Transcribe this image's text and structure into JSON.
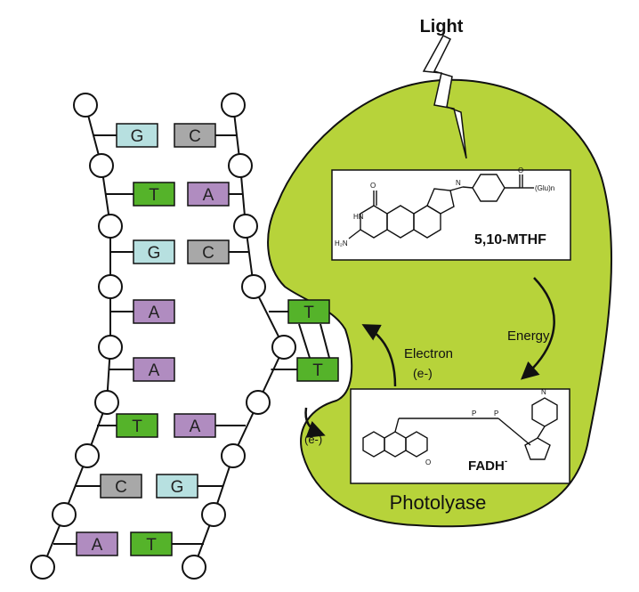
{
  "title": "Light",
  "enzyme_label": "Photolyase",
  "energy_label": "Energy",
  "electron_label": "Electron",
  "electron_sub": "(e-)",
  "electron_transfer_label": "(e-)",
  "cofactors": {
    "mthf": {
      "name": "5,10-MTHF",
      "glu": "(Glu)n"
    },
    "fadh": {
      "name": "FADH",
      "charge": "-"
    }
  },
  "colors": {
    "G": "#b7e0e0",
    "C": "#a8a8a8",
    "T": "#55b32a",
    "A": "#b08cc0",
    "enzyme": "#b7d33a"
  },
  "base_pairs": [
    {
      "left": "G",
      "right": "C"
    },
    {
      "left": "T",
      "right": "A"
    },
    {
      "left": "G",
      "right": "C"
    },
    {
      "left": "A",
      "right": "T"
    },
    {
      "left": "A",
      "right": "T"
    },
    {
      "left": "T",
      "right": "A"
    },
    {
      "left": "C",
      "right": "G"
    },
    {
      "left": "A",
      "right": "T"
    }
  ]
}
